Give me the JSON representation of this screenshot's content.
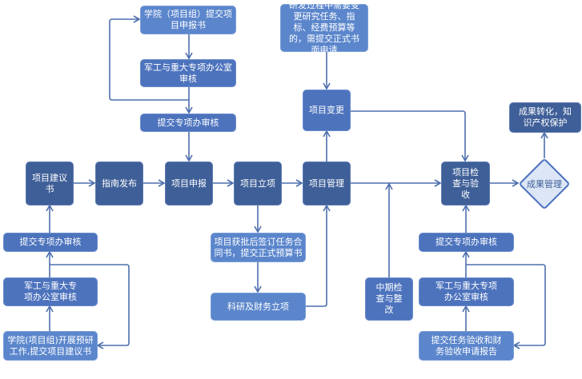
{
  "diagram": {
    "type": "flowchart",
    "nodes": {
      "top_college_submit": "学院（项目组）提交项目申报书",
      "top_military_review": "军工与重大专项办公室审核",
      "top_special_review": "提交专项办审核",
      "change_request_note": "研发过程中需要变更研究任务、指标、经费预算等的，需提交正式书面申请",
      "project_change": "项目变更",
      "achievement_transfer": "成果转化，知识产权保护",
      "project_proposal": "项目建议书",
      "guide_release": "指南发布",
      "project_application": "项目申报",
      "project_approval": "项目立项",
      "project_management": "项目管理",
      "project_inspection": "项目检查与验收",
      "achievement_management": "成果管理",
      "left_special_review": "提交专项办审核",
      "left_military_review": "军工与重大专项办公室审核",
      "left_college_research": "学院(项目组)开展预研工作,提交项目建议书",
      "contract_sign": "项目获批后签订任务合同书，提交正式预算书",
      "finance_approval": "科研及财务立项",
      "midterm_check": "中期检查与整改",
      "right_special_review": "提交专项办审核",
      "right_military_review": "军工与重大专项办公室审核",
      "acceptance_report": "提交任务验收和财务验收申请报告"
    },
    "colors": {
      "dark_node": "#3f5f98",
      "mid_node": "#4d73bd",
      "light_node": "#5b86cc",
      "connector": "#4d6fae",
      "diamond_fill": "#dce6f6"
    }
  }
}
